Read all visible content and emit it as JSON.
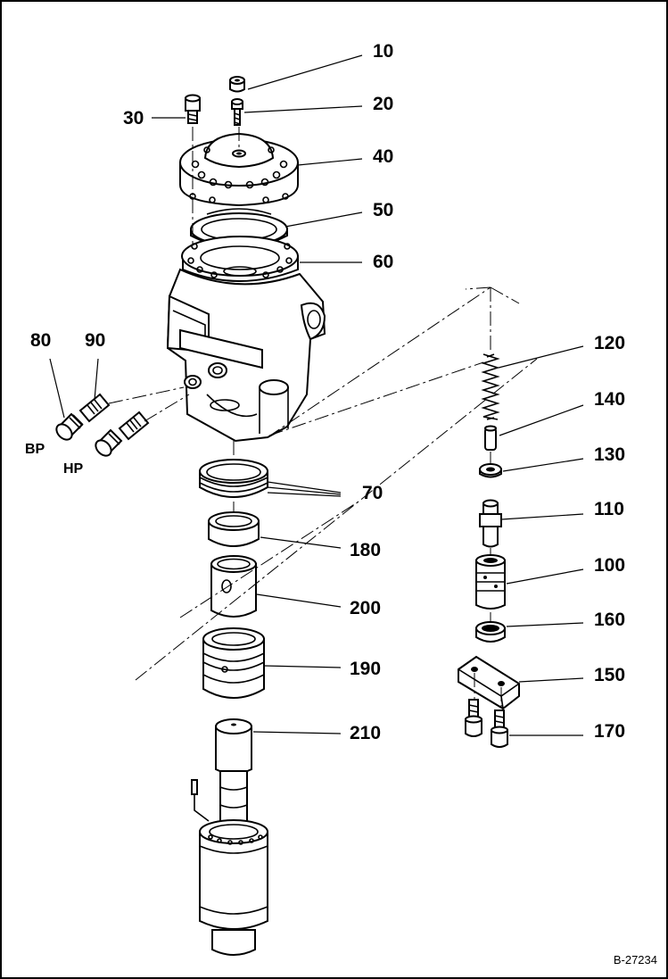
{
  "callouts": {
    "c10": "10",
    "c20": "20",
    "c30": "30",
    "c40": "40",
    "c50": "50",
    "c60": "60",
    "c70": "70",
    "c80": "80",
    "c90": "90",
    "c100": "100",
    "c110": "110",
    "c120": "120",
    "c130": "130",
    "c140": "140",
    "c150": "150",
    "c160": "160",
    "c170": "170",
    "c180": "180",
    "c190": "190",
    "c200": "200",
    "c210": "210"
  },
  "port_labels": {
    "bp": "BP",
    "hp": "HP"
  },
  "figure_id": "B-27234"
}
